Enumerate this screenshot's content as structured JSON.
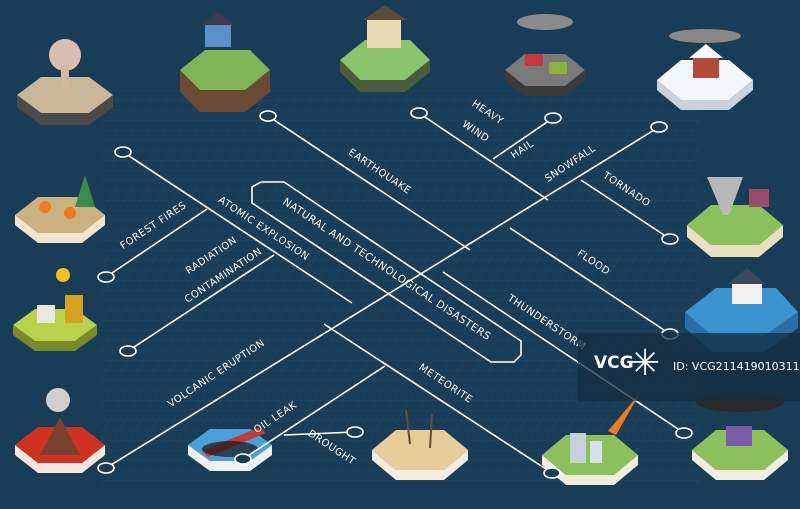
{
  "title": "NATURAL AND TECHNOLOGICAL DISASTERS",
  "labels": {
    "earthquake": "EARTHQUAKE",
    "heavy_wind_1": "HEAVY",
    "heavy_wind_2": "WIND",
    "hail": "HAIL",
    "snowfall": "SNOWFALL",
    "tornado": "TORNADO",
    "flood": "FLOOD",
    "thunderstorm": "THUNDERSTORM",
    "meteorite": "METEORITE",
    "drought": "DROUGHT",
    "oil_leak": "OIL LEAK",
    "volcanic_eruption": "VOLCANIC ERUPTION",
    "radiation_1": "RADIATION",
    "radiation_2": "CONTAMINATION",
    "forest_fires": "FOREST FIRES",
    "atomic_explosion": "ATOMIC EXPLOSION"
  },
  "watermark": {
    "logo": "VCG",
    "id": "ID: VCG211419010311"
  },
  "colors": {
    "background": "#1a3d57",
    "line": "#ffffff"
  }
}
